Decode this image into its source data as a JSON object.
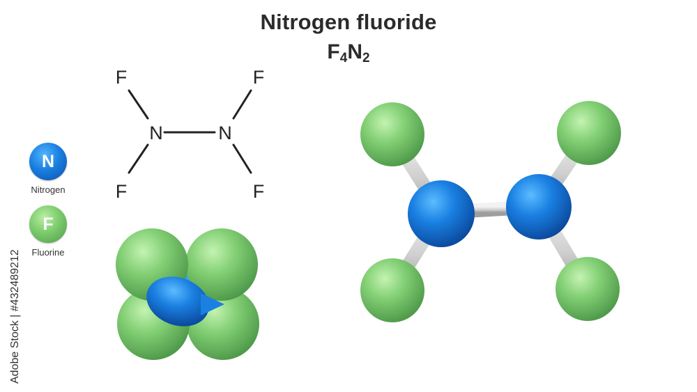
{
  "title": "Nitrogen fluoride",
  "formula": {
    "f": "F",
    "f_count": "4",
    "n": "N",
    "n_count": "2"
  },
  "legend": [
    {
      "symbol": "N",
      "label": "Nitrogen",
      "color": "#1a7fe0"
    },
    {
      "symbol": "F",
      "label": "Fluorine",
      "color": "#7ccb6c"
    }
  ],
  "structural_formula": {
    "atoms": [
      "F",
      "N",
      "F",
      "F",
      "N",
      "F"
    ]
  },
  "watermark": "Adobe Stock | #432489212",
  "colors": {
    "nitrogen": "#1a7fe0",
    "fluorine": "#7ccb6c",
    "bond": "#d6d6d6",
    "text": "#2b2b2b"
  }
}
